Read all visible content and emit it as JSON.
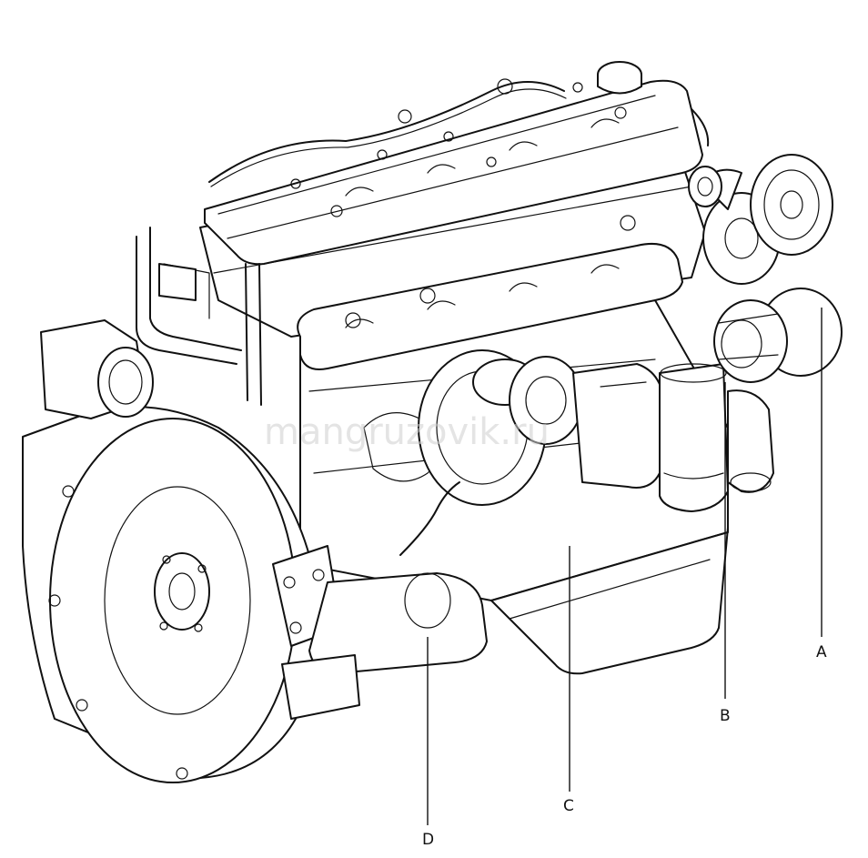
{
  "callouts": [
    {
      "id": "A",
      "label": "A"
    },
    {
      "id": "B",
      "label": "B"
    },
    {
      "id": "C",
      "label": "C"
    },
    {
      "id": "D",
      "label": "D"
    }
  ],
  "watermark": "mangruzovik.ru"
}
